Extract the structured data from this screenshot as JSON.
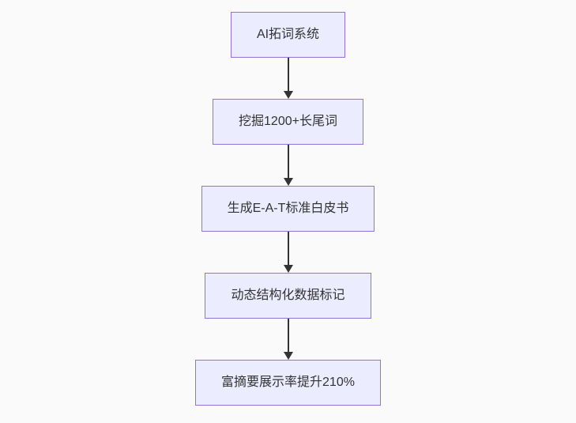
{
  "diagram": {
    "type": "flowchart-vertical",
    "nodes": [
      {
        "id": "n1",
        "label": "AI拓词系统"
      },
      {
        "id": "n2",
        "label": "挖掘1200+长尾词"
      },
      {
        "id": "n3",
        "label": "生成E-A-T标准白皮书"
      },
      {
        "id": "n4",
        "label": "动态结构化数据标记"
      },
      {
        "id": "n5",
        "label": "富摘要展示率提升210%"
      }
    ],
    "edges": [
      {
        "from": "n1",
        "to": "n2"
      },
      {
        "from": "n2",
        "to": "n3"
      },
      {
        "from": "n3",
        "to": "n4"
      },
      {
        "from": "n4",
        "to": "n5"
      }
    ],
    "colors": {
      "background": "#fafafa",
      "node_fill": "#ECECFF",
      "node_border": "#9370DB",
      "text": "#333333",
      "arrow": "#333333"
    }
  }
}
